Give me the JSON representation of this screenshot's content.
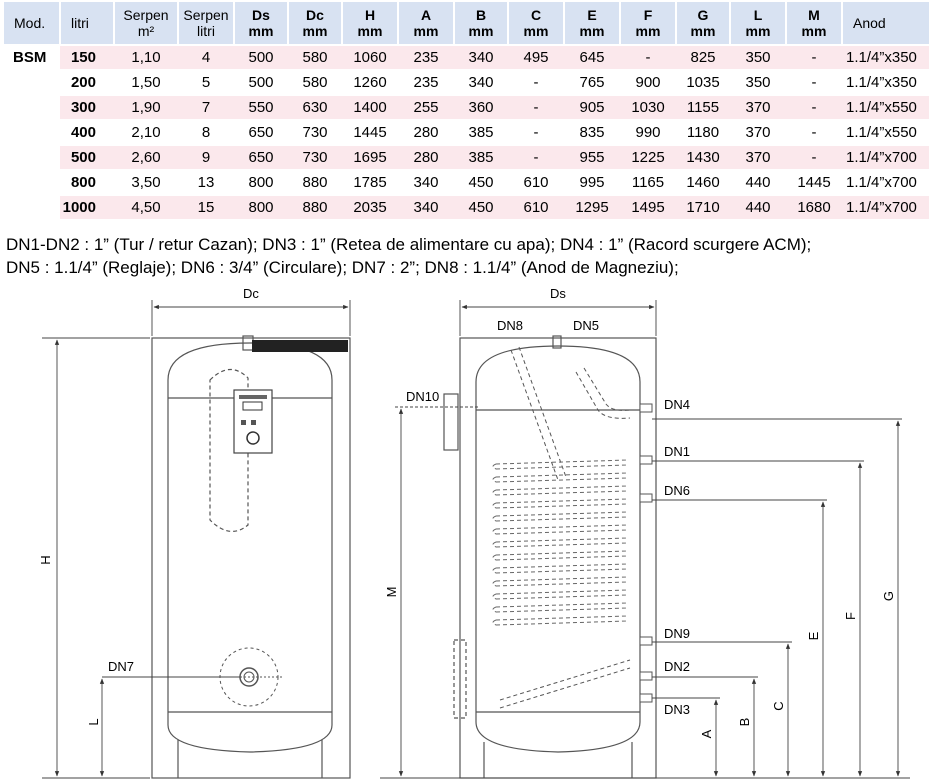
{
  "table": {
    "headers": [
      {
        "l1": "Mod.",
        "l2": ""
      },
      {
        "l1": "litri",
        "l2": ""
      },
      {
        "l1": "Serpen",
        "l2": "m²"
      },
      {
        "l1": "Serpen",
        "l2": "litri"
      },
      {
        "l1": "Ds",
        "l2": "mm"
      },
      {
        "l1": "Dc",
        "l2": "mm"
      },
      {
        "l1": "H",
        "l2": "mm"
      },
      {
        "l1": "A",
        "l2": "mm"
      },
      {
        "l1": "B",
        "l2": "mm"
      },
      {
        "l1": "C",
        "l2": "mm"
      },
      {
        "l1": "E",
        "l2": "mm"
      },
      {
        "l1": "F",
        "l2": "mm"
      },
      {
        "l1": "G",
        "l2": "mm"
      },
      {
        "l1": "L",
        "l2": "mm"
      },
      {
        "l1": "M",
        "l2": "mm"
      },
      {
        "l1": "Anod",
        "l2": ""
      }
    ],
    "model_label": "BSM",
    "rows": [
      [
        "150",
        "1,10",
        "4",
        "500",
        "580",
        "1060",
        "235",
        "340",
        "495",
        "645",
        "-",
        "825",
        "350",
        "-",
        "1.1/4”x350"
      ],
      [
        "200",
        "1,50",
        "5",
        "500",
        "580",
        "1260",
        "235",
        "340",
        "-",
        "765",
        "900",
        "1035",
        "350",
        "-",
        "1.1/4”x350"
      ],
      [
        "300",
        "1,90",
        "7",
        "550",
        "630",
        "1400",
        "255",
        "360",
        "-",
        "905",
        "1030",
        "1155",
        "370",
        "-",
        "1.1/4”x550"
      ],
      [
        "400",
        "2,10",
        "8",
        "650",
        "730",
        "1445",
        "280",
        "385",
        "-",
        "835",
        "990",
        "1180",
        "370",
        "-",
        "1.1/4”x550"
      ],
      [
        "500",
        "2,60",
        "9",
        "650",
        "730",
        "1695",
        "280",
        "385",
        "-",
        "955",
        "1225",
        "1430",
        "370",
        "-",
        "1.1/4”x700"
      ],
      [
        "800",
        "3,50",
        "13",
        "800",
        "880",
        "1785",
        "340",
        "450",
        "610",
        "995",
        "1165",
        "1460",
        "440",
        "1445",
        "1.1/4”x700"
      ],
      [
        "1000",
        "4,50",
        "15",
        "800",
        "880",
        "2035",
        "340",
        "450",
        "610",
        "1295",
        "1495",
        "1710",
        "440",
        "1680",
        "1.1/4”x700"
      ]
    ]
  },
  "notes": {
    "line1": "DN1-DN2 : 1” (Tur / retur Cazan); DN3 : 1” (Retea de alimentare cu apa); DN4 : 1” (Racord scurgere ACM);",
    "line2": "DN5 : 1.1/4” (Reglaje); DN6 : 3/4” (Circulare); DN7 : 2”; DN8 : 1.1/4” (Anod de Magneziu);"
  },
  "diagram": {
    "left": {
      "dc": "Dc",
      "h": "H",
      "l": "L",
      "dn7": "DN7"
    },
    "right": {
      "ds": "Ds",
      "dn8": "DN8",
      "dn5": "DN5",
      "dn10": "DN10",
      "dn4": "DN4",
      "dn1": "DN1",
      "dn6": "DN6",
      "dn9": "DN9",
      "dn2": "DN2",
      "dn3": "DN3",
      "m": "M",
      "a": "A",
      "b": "B",
      "c": "C",
      "e": "E",
      "f": "F",
      "g": "G"
    }
  },
  "colors": {
    "header_bg": "#d8e2f2",
    "row_alt_bg": "#fbe8ec",
    "line": "#555555"
  }
}
